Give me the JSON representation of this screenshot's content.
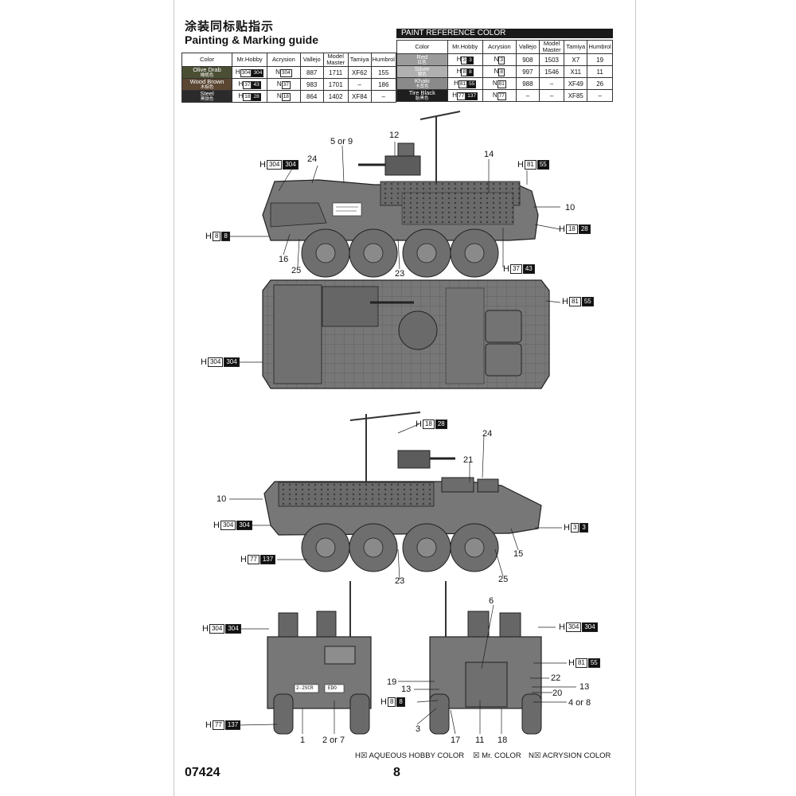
{
  "header": {
    "title_cn": "涂装同标贴指示",
    "title_en": "Painting & Marking guide",
    "reference_label": "PAINT REFERENCE COLOR"
  },
  "table_left": {
    "columns": [
      "Color",
      "Mr.Hobby",
      "Acrysion",
      "Vallejo",
      "Model Master",
      "Tamiya",
      "Humbrol"
    ],
    "rows": [
      {
        "name": "Olive Drab",
        "name_cn": "橄榄色",
        "swatch": "#4a4f33",
        "h": "304",
        "h_dark": "304",
        "n": "304",
        "vallejo": "887",
        "mm": "1711",
        "tamiya": "XF62",
        "humbrol": "155"
      },
      {
        "name": "Wood Brown",
        "name_cn": "木棕色",
        "swatch": "#5b4632",
        "h": "37",
        "h_dark": "43",
        "n": "37",
        "vallejo": "983",
        "mm": "1701",
        "tamiya": "–",
        "humbrol": "186"
      },
      {
        "name": "Steel",
        "name_cn": "黑铁色",
        "swatch": "#2b2b2b",
        "h": "18",
        "h_dark": "28",
        "n": "18",
        "vallejo": "864",
        "mm": "1402",
        "tamiya": "XF84",
        "humbrol": "–"
      }
    ]
  },
  "table_right": {
    "columns": [
      "Color",
      "Mr.Hobby",
      "Acrysion",
      "Vallejo",
      "Model Master",
      "Tamiya",
      "Humbrol"
    ],
    "rows": [
      {
        "name": "Red",
        "name_cn": "红色",
        "swatch": "#9b9b9b",
        "h": "3",
        "h_dark": "3",
        "n": "3",
        "vallejo": "908",
        "mm": "1503",
        "tamiya": "X7",
        "humbrol": "19"
      },
      {
        "name": "Silver",
        "name_cn": "银色",
        "swatch": "#b0b0b0",
        "h": "8",
        "h_dark": "8",
        "n": "8",
        "vallejo": "997",
        "mm": "1546",
        "tamiya": "X11",
        "humbrol": "11"
      },
      {
        "name": "Khaki",
        "name_cn": "卡其色",
        "swatch": "#8a8a8a",
        "h": "81",
        "h_dark": "55",
        "n": "81",
        "vallejo": "988",
        "mm": "–",
        "tamiya": "XF49",
        "humbrol": "26"
      },
      {
        "name": "Tire Black",
        "name_cn": "胎黑色",
        "swatch": "#1e1e1e",
        "h": "77",
        "h_dark": "137",
        "n": "77",
        "vallejo": "–",
        "mm": "–",
        "tamiya": "XF85",
        "humbrol": "–"
      }
    ]
  },
  "callouts": {
    "side1": [
      "12",
      "5 or 9",
      "24",
      "14",
      "10",
      "16",
      "25",
      "23"
    ],
    "side2": [
      "24",
      "21",
      "10",
      "15",
      "25",
      "23"
    ],
    "front": [
      "1",
      "2 or 7"
    ],
    "rear": [
      "6",
      "19",
      "13",
      "3",
      "17",
      "11",
      "18",
      "22",
      "13",
      "20",
      "4 or 8"
    ]
  },
  "vehicle_markings": {
    "bumper_left": "2-2SCR",
    "bumper_right": "EDO"
  },
  "refs": {
    "h304": {
      "h": "304",
      "dark": "304"
    },
    "h8": {
      "h": "8",
      "dark": "8"
    },
    "h81": {
      "h": "81",
      "dark": "55"
    },
    "h18": {
      "h": "18",
      "dark": "28"
    },
    "h37": {
      "h": "37",
      "dark": "43"
    },
    "h77": {
      "h": "77",
      "dark": "137"
    },
    "h3": {
      "h": "3",
      "dark": "3"
    },
    "prefix": "H"
  },
  "legend": {
    "h": "H☒ AQUEOUS HOBBY COLOR",
    "mr": "☒ Mr. COLOR",
    "n": "N☒ ACRYSION COLOR"
  },
  "footer": {
    "code": "07424",
    "page": "8"
  }
}
